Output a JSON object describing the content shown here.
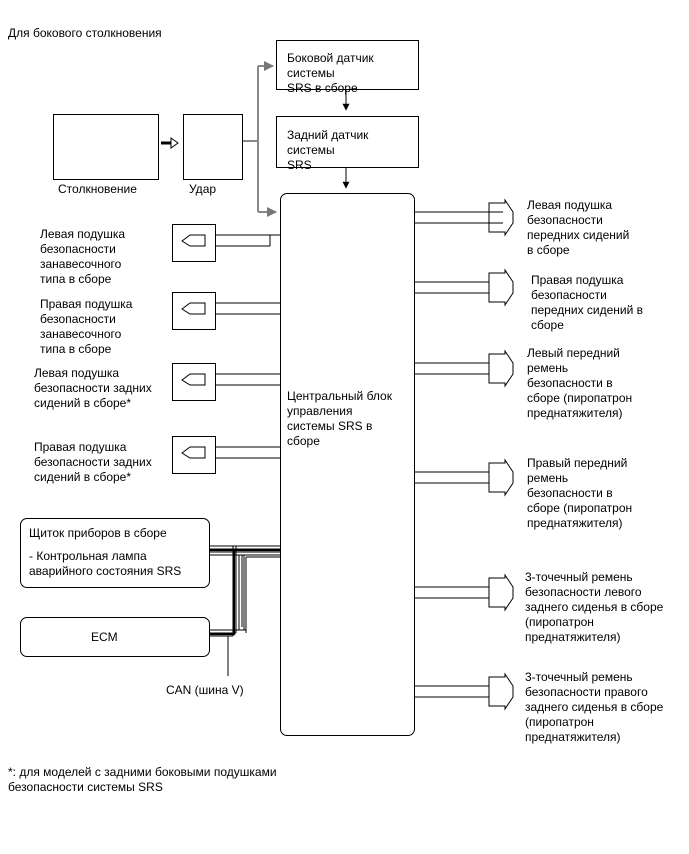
{
  "heading": "Для бокового столкновения",
  "collision_label": "Столкновение",
  "impact_label": "Удар",
  "side_sensor": "Боковой датчик системы\nSRS в сборе",
  "rear_sensor": "Задний датчик системы\nSRS",
  "center_unit": "Центральный блок\nуправления\nсистемы SRS в\nсборе",
  "left_outputs": [
    "Левая подушка\nбезопасности\nзанавесочного\nтипа в сборе",
    "Правая подушка\nбезопасности\nзанавесочного\nтипа в сборе",
    "Левая подушка\nбезопасности задних\nсидений в сборе*",
    "Правая подушка\nбезопасности задних\nсидений в сборе*"
  ],
  "right_outputs": [
    "Левая подушка\nбезопасности\nпередних сидений\nв сборе",
    "Правая подушка\nбезопасности\nпередних сидений в\nсборе",
    "Левый передний\nремень\nбезопасности в\nсборе (пиропатрон\nпреднатяжителя)",
    "Правый передний\nремень\nбезопасности в\nсборе (пиропатрон\nпреднатяжителя)",
    "3-точечный ремень\nбезопасности левого\nзаднего сиденья в сборе\n(пиропатрон\nпреднатяжителя)",
    "3-точечный ремень\nбезопасности правого\nзаднего сиденья в сборе\n(пиропатрон\nпреднатяжителя)"
  ],
  "meter": {
    "title": "Щиток приборов в сборе",
    "item": "- Контрольная лампа\nаварийного состояния SRS"
  },
  "ecm": "ECM",
  "can_label": "CAN (шина V)",
  "footnote": "*: для моделей с задними боковыми подушками\nбезопасности системы SRS"
}
